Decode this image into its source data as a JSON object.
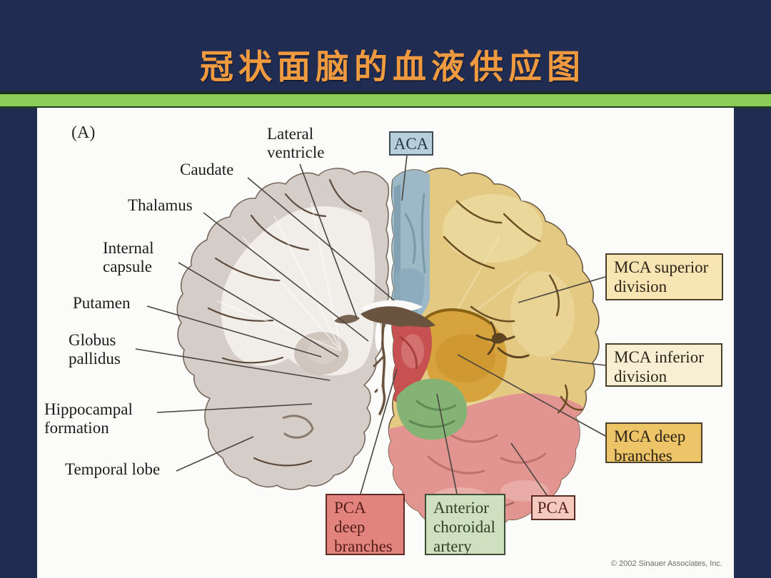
{
  "title": "冠状面脑的血液供应图",
  "figure": {
    "panel_label": "(A)",
    "copyright": "© 2002 Sinauer Associates, Inc.",
    "anatomy_labels": [
      {
        "id": "lateral-ventricle",
        "text": "Lateral\nventricle"
      },
      {
        "id": "caudate",
        "text": "Caudate"
      },
      {
        "id": "thalamus",
        "text": "Thalamus"
      },
      {
        "id": "internal-capsule",
        "text": "Internal\ncapsule"
      },
      {
        "id": "putamen",
        "text": "Putamen"
      },
      {
        "id": "globus-pallidus",
        "text": "Globus\npallidus"
      },
      {
        "id": "hippocampal-formation",
        "text": "Hippocampal\nformation"
      },
      {
        "id": "temporal-lobe",
        "text": "Temporal lobe"
      }
    ],
    "artery_boxes": [
      {
        "id": "aca",
        "label": "ACA",
        "fill": "#b7cedb"
      },
      {
        "id": "mca-superior-division",
        "label": "MCA superior\ndivision",
        "fill": "#f7e5b4"
      },
      {
        "id": "mca-inferior-division",
        "label": "MCA inferior\ndivision",
        "fill": "#f7eed4"
      },
      {
        "id": "mca-deep-branches",
        "label": "MCA deep\nbranches",
        "fill": "#eec468"
      },
      {
        "id": "pca-deep-branches",
        "label": "PCA\ndeep\nbranches",
        "fill": "#e2837d"
      },
      {
        "id": "anterior-choroidal-artery",
        "label": "Anterior\nchoroidal\nartery",
        "fill": "#cfe0c1"
      },
      {
        "id": "pca",
        "label": "PCA",
        "fill": "#f4cabe"
      }
    ]
  },
  "colors": {
    "background_navy": "#202c52",
    "title_orange": "#f09a40",
    "stripe_green": "#8ccd57",
    "aca_territory_blue": "#9db9c7",
    "mca_cortex_territory_yellow": "#e3c982",
    "mca_deep_territory_gold": "#d6a33c",
    "pca_deep_territory_red": "#c65150",
    "anterior_choroidal_territory_green": "#85b275",
    "pca_territory_pink": "#e29490",
    "uncolored_hemisphere": "#d5cdc7"
  }
}
